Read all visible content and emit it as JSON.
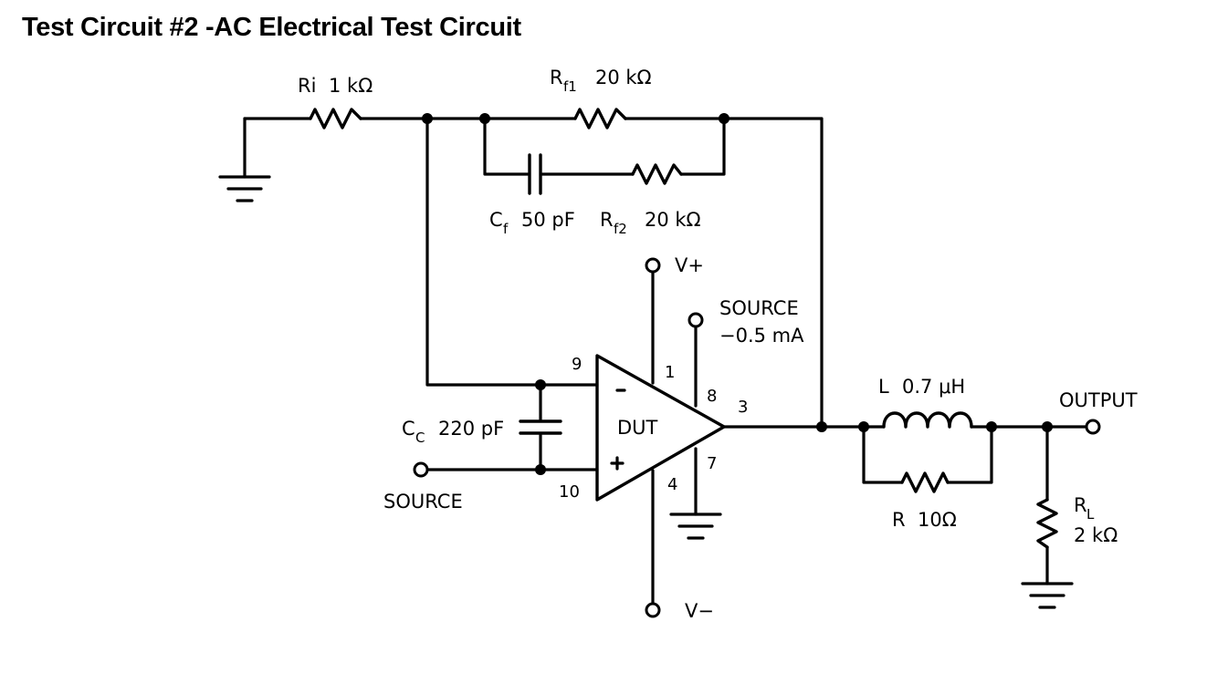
{
  "title": "Test Circuit #2 -AC Electrical Test Circuit",
  "components": {
    "ri": {
      "symbol": "Ri",
      "value": "1 kΩ"
    },
    "rf1": {
      "symbol": "R",
      "subscript": "f1",
      "value": "20 kΩ"
    },
    "cf": {
      "symbol": "C",
      "subscript": "f",
      "value": "50 pF"
    },
    "rf2": {
      "symbol": "R",
      "subscript": "f2",
      "value": "20 kΩ"
    },
    "cc": {
      "symbol": "C",
      "subscript": "C",
      "value": "220 pF"
    },
    "l": {
      "symbol": "L",
      "value": "0.7 μH"
    },
    "r": {
      "symbol": "R",
      "value": "10Ω"
    },
    "rl": {
      "symbol": "R",
      "subscript": "L",
      "value": "2 kΩ"
    }
  },
  "opamp": {
    "label": "DUT",
    "inv_sign": "−",
    "noninv_sign": "+",
    "pins": {
      "inv": "9",
      "noninv": "10",
      "vplus": "1",
      "vminus": "4",
      "source": "8",
      "gnd": "7",
      "out": "3"
    }
  },
  "terminals": {
    "vplus": "V+",
    "vminus": "V−",
    "source_current_line1": "SOURCE",
    "source_current_line2": "−0.5 mA",
    "source_input": "SOURCE",
    "output": "OUTPUT"
  }
}
